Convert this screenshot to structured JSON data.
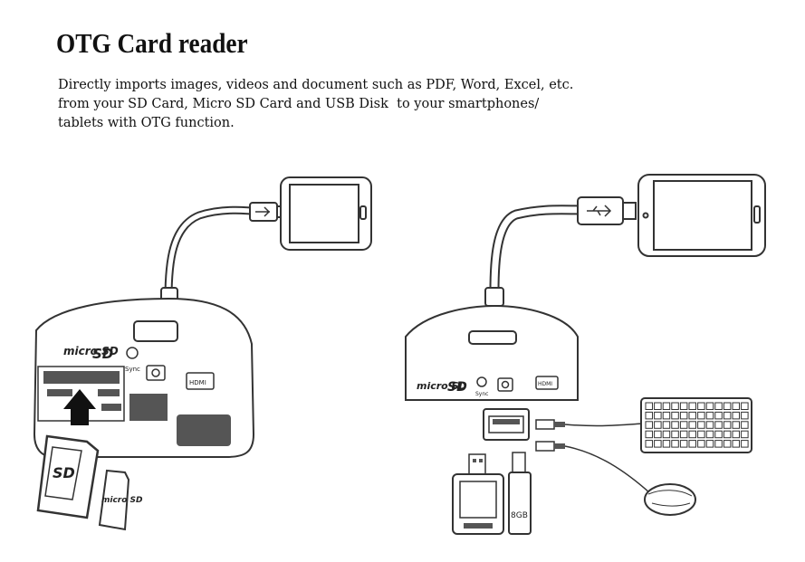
{
  "title": "OTG Card reader",
  "description": {
    "lines": [
      "Directly imports images, videos and document such as PDF, Word, Excel, etc.",
      "from your SD Card, Micro SD Card and USB Disk  to your smartphones/",
      "tablets with OTG function."
    ]
  },
  "labels": {
    "micro_sd": "micro SD",
    "sd": "SD",
    "sync": "Sync",
    "hdmi": "HDMI",
    "sd_card_logo": "SD",
    "micro_card_logo": "micro SD",
    "usb_capacity": "8GB"
  }
}
